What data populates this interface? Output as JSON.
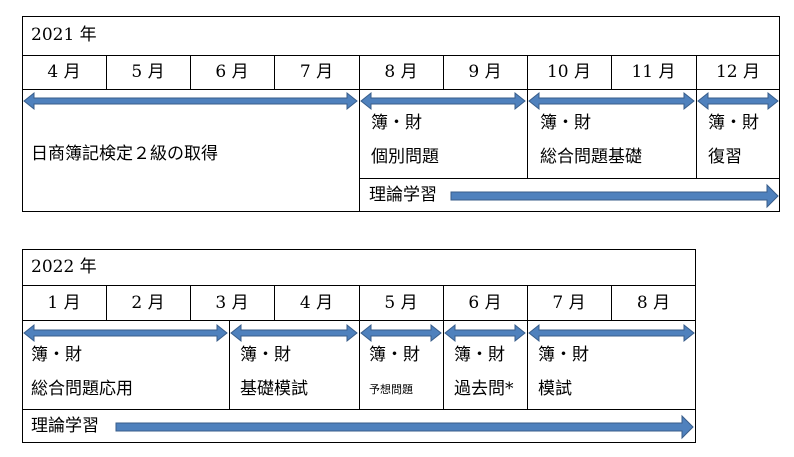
{
  "table2021": {
    "year": "2021 年",
    "months": [
      "4 月",
      "5 月",
      "6 月",
      "7 月",
      "8 月",
      "9 月",
      "10 月",
      "11 月",
      "12 月"
    ],
    "goal": "日商簿記検定２級の取得",
    "seg1_line1": "簿・財",
    "seg1_line2": "個別問題",
    "seg2_line1": "簿・財",
    "seg2_line2": "総合問題基礎",
    "seg3_line1": "簿・財",
    "seg3_line2": "復習",
    "theory": "理論学習"
  },
  "table2022": {
    "year": "2022 年",
    "months": [
      "1 月",
      "2 月",
      "3 月",
      "4 月",
      "5 月",
      "6 月",
      "7 月",
      "8 月"
    ],
    "seg1_line1": "簿・財",
    "seg1_line2": "総合問題応用",
    "seg2_line1": "簿・財",
    "seg2_line2": "基礎模試",
    "seg3_line1": "簿・財",
    "seg3_line2": "予想問題",
    "seg4_line1": "簿・財",
    "seg4_line2": "過去問*",
    "seg5_line1": "簿・財",
    "seg5_line2": "模試",
    "theory": "理論学習"
  },
  "colors": {
    "arrow_fill": "#4F81BD",
    "arrow_stroke": "#385D8A"
  }
}
